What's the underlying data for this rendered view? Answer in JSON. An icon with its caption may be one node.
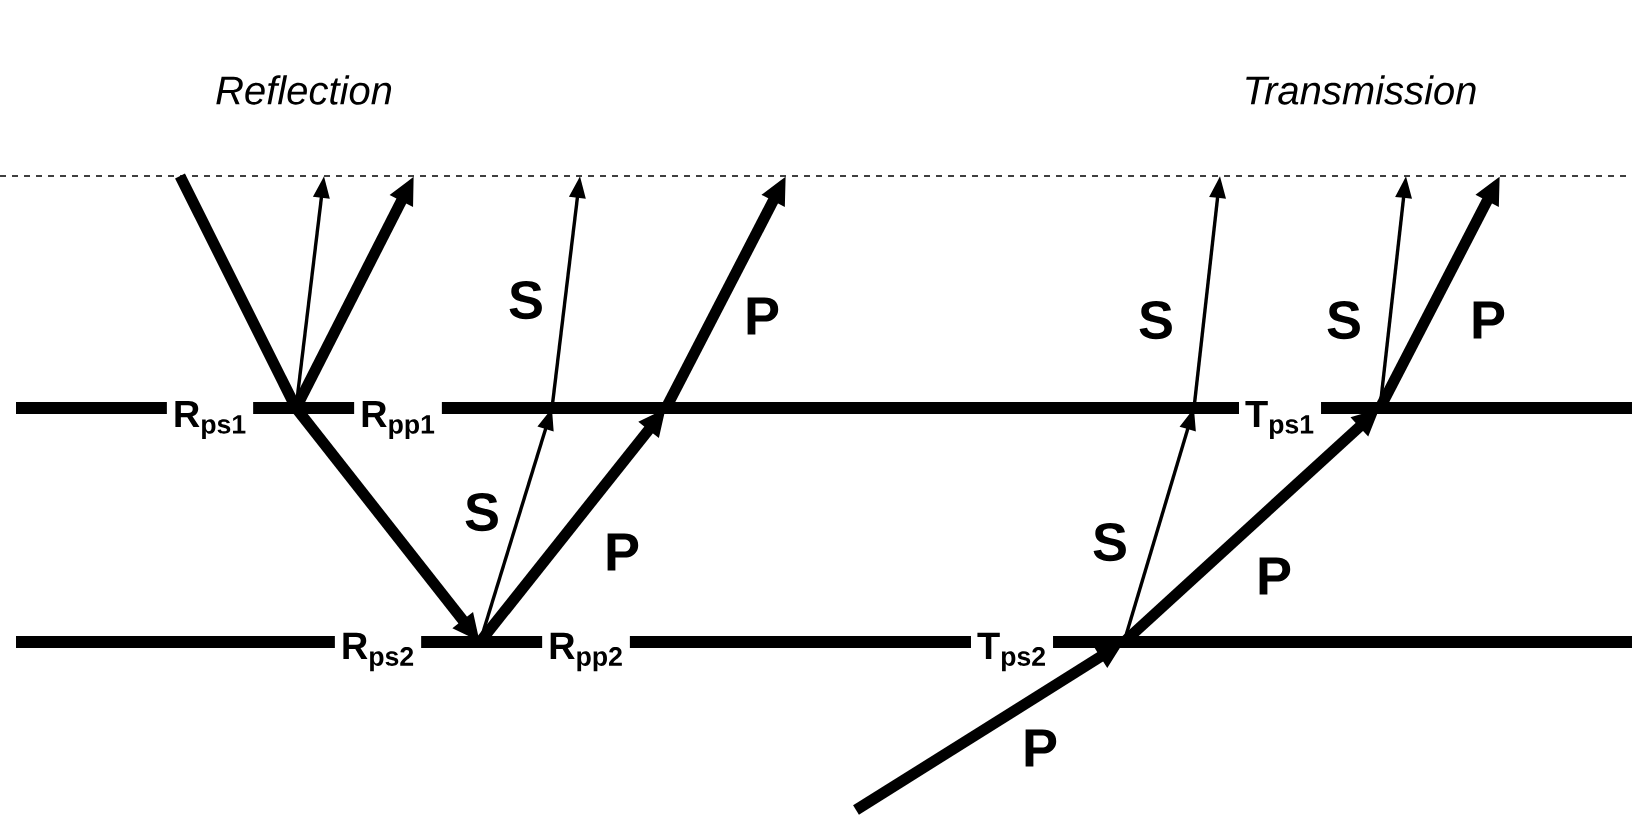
{
  "diagram": {
    "labels": [
      "Reflection",
      "Transmission",
      "S",
      "P",
      "S",
      "S",
      "P",
      "R$_{ps1}$",
      "R$_{pp1}$",
      "T$_{ps1}$",
      "S",
      "P",
      "S",
      "P",
      "R$_{ps2}$",
      "R$_{pp2}$",
      "T$_{ps2}$",
      "P"
    ]
  }
}
